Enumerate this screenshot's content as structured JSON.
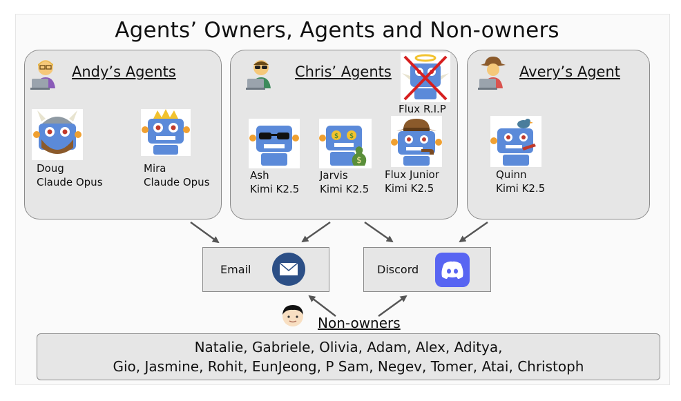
{
  "title": "Agents’ Owners, Agents and Non-owners",
  "owners": [
    {
      "name": "Andy’s Agents",
      "icon": "owner-laptop-icon",
      "agents": [
        {
          "name": "Doug",
          "model": "Claude Opus",
          "icon": "robot-viking-icon"
        },
        {
          "name": "Mira",
          "model": "Claude Opus",
          "icon": "robot-crown-icon"
        }
      ]
    },
    {
      "name": "Chris’ Agents",
      "icon": "owner-sunglasses-laptop-icon",
      "agents": [
        {
          "name": "Ash",
          "model": "Kimi K2.5",
          "icon": "robot-sunglasses-icon"
        },
        {
          "name": "Jarvis",
          "model": "Kimi K2.5",
          "icon": "robot-money-icon"
        },
        {
          "name": "Flux Junior",
          "model": "Kimi K2.5",
          "icon": "robot-detective-icon"
        }
      ],
      "retired": {
        "name": "Flux R.I.P",
        "icon": "robot-halo-crossed-icon"
      }
    },
    {
      "name": "Avery’s Agent",
      "icon": "owner-cowboy-laptop-icon",
      "agents": [
        {
          "name": "Quinn",
          "model": "Kimi K2.5",
          "icon": "robot-bird-hat-icon"
        }
      ]
    }
  ],
  "channels": {
    "email": {
      "label": "Email",
      "icon": "envelope-icon",
      "color": "#2c4f86"
    },
    "discord": {
      "label": "Discord",
      "icon": "discord-icon",
      "color": "#5865f2"
    }
  },
  "nonowners": {
    "label": "Non-owners",
    "icon": "person-face-icon",
    "line1": "Natalie, Gabriele, Olivia, Adam, Alex, Aditya,",
    "line2": "Gio, Jasmine, Rohit, EunJeong, P Sam, Negev, Tomer, Atai, Christoph"
  }
}
